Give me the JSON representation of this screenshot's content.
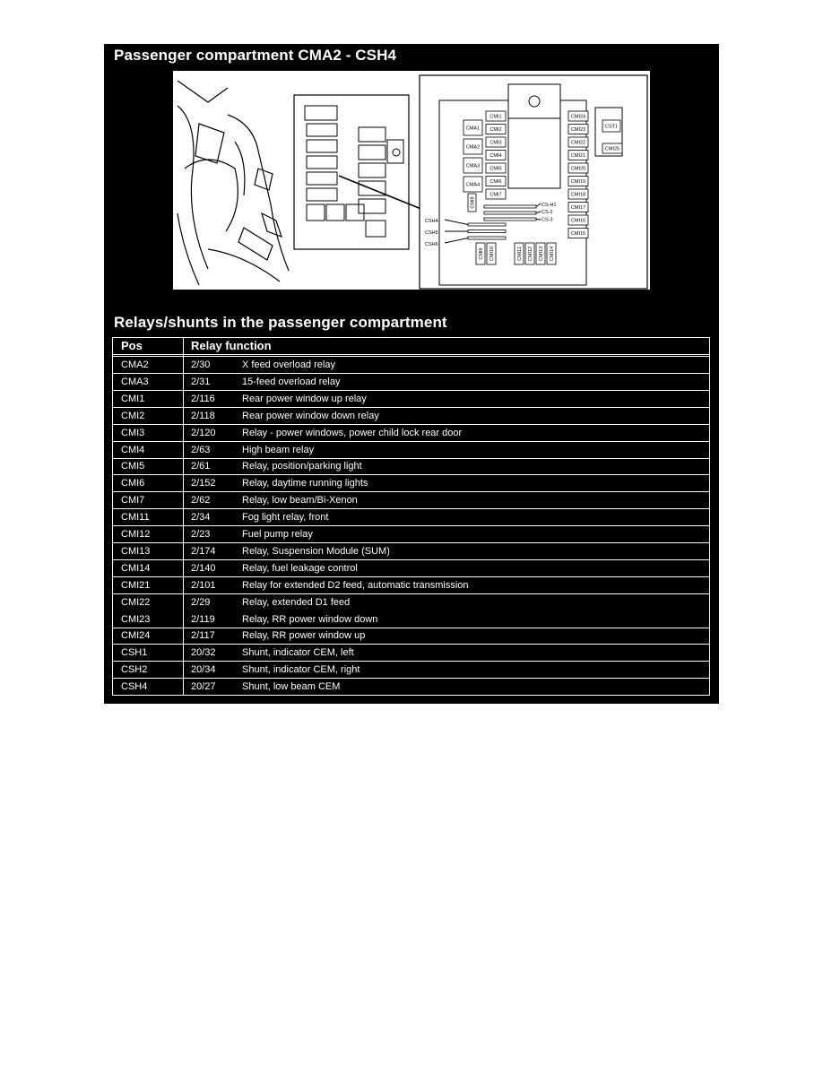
{
  "section_title": "Passenger compartment CMA2 - CSH4",
  "table_title": "Relays/shunts in the passenger compartment",
  "diagram": {
    "left_column_relays": [
      "CMA1",
      "CMA2",
      "CMA3",
      "CMA4"
    ],
    "mid_column_relays": [
      "CMI1",
      "CMI2",
      "CMI3",
      "CMI4",
      "CMI5",
      "CMI6",
      "CMI7"
    ],
    "right_column_relays": [
      "CMI24",
      "CMI23",
      "CMI22",
      "CMI21",
      "CMI20",
      "CMI19",
      "CMI18",
      "CMI17",
      "CMI16",
      "CMI15"
    ],
    "far_right_relays": [
      "CST1",
      "CMI25"
    ],
    "vertical_left": "CMI8",
    "bottom_relays": [
      "CMI9",
      "CMI10",
      "CMI11",
      "CMI12",
      "CMI13",
      "CMI14"
    ],
    "shunts_right": [
      "CS-H1",
      "CS-2",
      "CS-3"
    ],
    "shunts_left": [
      "CSH4",
      "CSH5",
      "CSH6"
    ]
  },
  "table": {
    "headers": {
      "pos": "Pos",
      "function": "Relay function"
    },
    "rows": [
      {
        "pos": "CMA2",
        "num": "2/30",
        "fn": "X feed overload relay"
      },
      {
        "pos": "CMA3",
        "num": "2/31",
        "fn": "15-feed overload relay"
      },
      {
        "pos": "CMI1",
        "num": "2/116",
        "fn": "Rear power window up relay"
      },
      {
        "pos": "CMI2",
        "num": "2/118",
        "fn": "Rear power window down relay"
      },
      {
        "pos": "CMI3",
        "num": "2/120",
        "fn": "Relay - power windows, power child lock rear door"
      },
      {
        "pos": "CMI4",
        "num": "2/63",
        "fn": "High beam relay"
      },
      {
        "pos": "CMI5",
        "num": "2/61",
        "fn": "Relay, position/parking light"
      },
      {
        "pos": "CMI6",
        "num": "2/152",
        "fn": "Relay, daytime running lights"
      },
      {
        "pos": "CMI7",
        "num": "2/62",
        "fn": "Relay, low beam/Bi-Xenon"
      },
      {
        "pos": "CMI11",
        "num": "2/34",
        "fn": "Fog light relay, front"
      },
      {
        "pos": "CMI12",
        "num": "2/23",
        "fn": "Fuel pump relay"
      },
      {
        "pos": "CMI13",
        "num": "2/174",
        "fn": "Relay, Suspension Module (SUM)"
      },
      {
        "pos": "CMI14",
        "num": "2/140",
        "fn": "Relay, fuel leakage control"
      },
      {
        "pos": "CMI21",
        "num": "2/101",
        "fn": "Relay for extended D2 feed, automatic transmission"
      },
      {
        "pos": "CMI22",
        "num": "2/29",
        "fn": "Relay, extended D1 feed"
      },
      {
        "pos": "CMI23",
        "num": "2/119",
        "fn": "Relay, RR power window down"
      },
      {
        "pos": "CMI24",
        "num": "2/117",
        "fn": "Relay, RR power window up"
      },
      {
        "pos": "CSH1",
        "num": "20/32",
        "fn": "Shunt, indicator CEM, left"
      },
      {
        "pos": "CSH2",
        "num": "20/34",
        "fn": "Shunt, indicator CEM, right"
      },
      {
        "pos": "CSH4",
        "num": "20/27",
        "fn": "Shunt, low beam CEM"
      }
    ]
  }
}
